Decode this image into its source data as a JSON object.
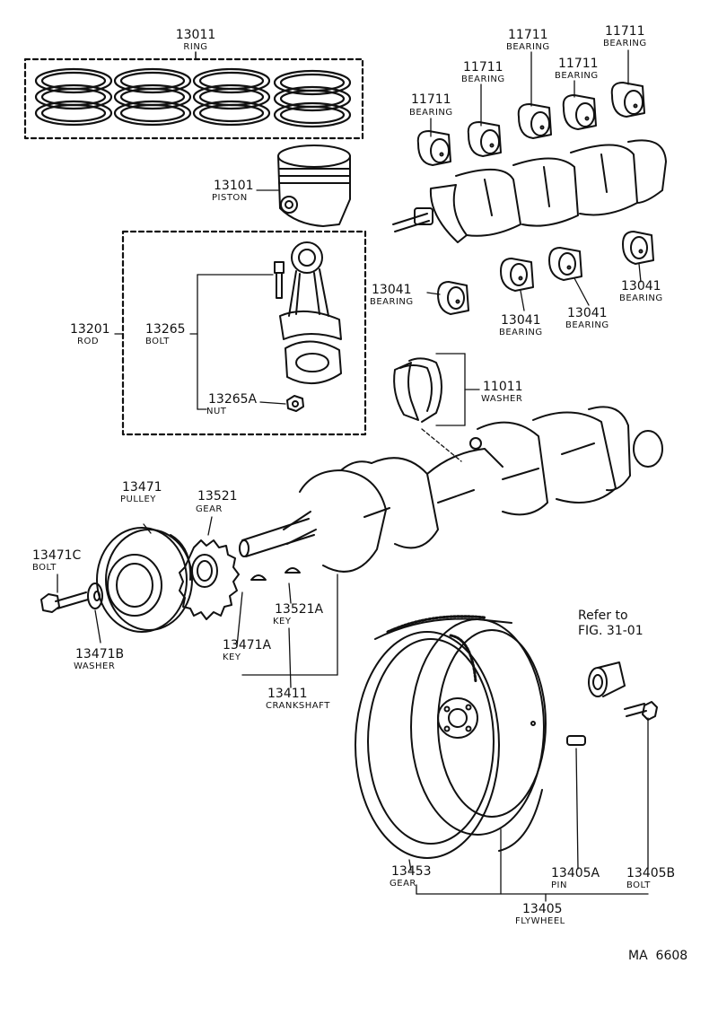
{
  "parts": {
    "ring": {
      "number": "13011",
      "name": "RING"
    },
    "piston": {
      "number": "13101",
      "name": "PISTON"
    },
    "rod": {
      "number": "13201",
      "name": "ROD"
    },
    "rod_bolt": {
      "number": "13265",
      "name": "BOLT"
    },
    "rod_nut": {
      "number": "13265A",
      "name": "NUT"
    },
    "main_bearings_upper": [
      {
        "number": "11711",
        "name": "BEARING"
      },
      {
        "number": "11711",
        "name": "BEARING"
      },
      {
        "number": "11711",
        "name": "BEARING"
      },
      {
        "number": "11711",
        "name": "BEARING"
      },
      {
        "number": "11711",
        "name": "BEARING"
      }
    ],
    "rod_bearings": [
      {
        "number": "13041",
        "name": "BEARING"
      },
      {
        "number": "13041",
        "name": "BEARING"
      },
      {
        "number": "13041",
        "name": "BEARING"
      },
      {
        "number": "13041",
        "name": "BEARING"
      }
    ],
    "thrust_washer": {
      "number": "11011",
      "name": "WASHER"
    },
    "pulley": {
      "number": "13471",
      "name": "PULLEY"
    },
    "crank_gear": {
      "number": "13521",
      "name": "GEAR"
    },
    "pulley_bolt": {
      "number": "13471C",
      "name": "BOLT"
    },
    "pulley_washer": {
      "number": "13471B",
      "name": "WASHER"
    },
    "pulley_key": {
      "number": "13471A",
      "name": "KEY"
    },
    "gear_key": {
      "number": "13521A",
      "name": "KEY"
    },
    "crankshaft": {
      "number": "13411",
      "name": "CRANKSHAFT"
    },
    "ring_gear": {
      "number": "13453",
      "name": "GEAR"
    },
    "flywheel_pin": {
      "number": "13405A",
      "name": "PIN"
    },
    "flywheel_bolt": {
      "number": "13405B",
      "name": "BOLT"
    },
    "flywheel": {
      "number": "13405",
      "name": "FLYWHEEL"
    }
  },
  "reference": {
    "line1": "Refer to",
    "line2": "FIG. 31-01"
  },
  "figure_code": "MA  6608"
}
